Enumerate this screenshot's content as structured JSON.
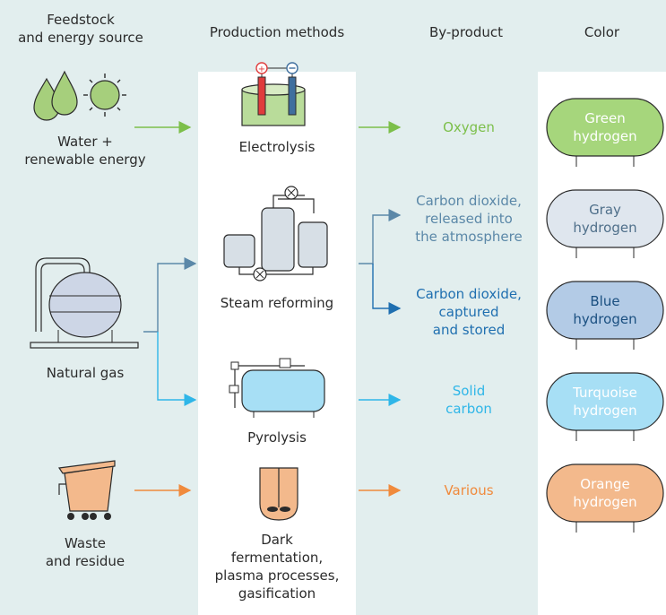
{
  "headers": {
    "feedstock": "Feedstock\nand energy source",
    "production": "Production methods",
    "byproduct": "By-product",
    "color": "Color"
  },
  "feedstocks": {
    "water": "Water +\nrenewable energy",
    "gas": "Natural gas",
    "waste": "Waste\nand residue"
  },
  "methods": {
    "electrolysis": "Electrolysis",
    "steam": "Steam reforming",
    "pyrolysis": "Pyrolysis",
    "dark": "Dark\nfermentation,\nplasma processes,\ngasification"
  },
  "byproducts": {
    "oxygen": "Oxygen",
    "co2_released": "Carbon dioxide,\nreleased into\nthe atmosphere",
    "co2_captured": "Carbon dioxide,\ncaptured\nand stored",
    "solid_carbon": "Solid\ncarbon",
    "various": "Various"
  },
  "colors": {
    "green": "Green\nhydrogen",
    "gray": "Gray\nhydrogen",
    "blue": "Blue\nhydrogen",
    "turquoise": "Turquoise\nhydrogen",
    "orange": "Orange\nhydrogen"
  },
  "palette": {
    "green": "#7cbf4a",
    "gray_blue": "#5b88a8",
    "blue": "#1f6fb0",
    "turquoise": "#2fb6e8",
    "orange": "#f08a3c",
    "background": "#e2eeee"
  }
}
